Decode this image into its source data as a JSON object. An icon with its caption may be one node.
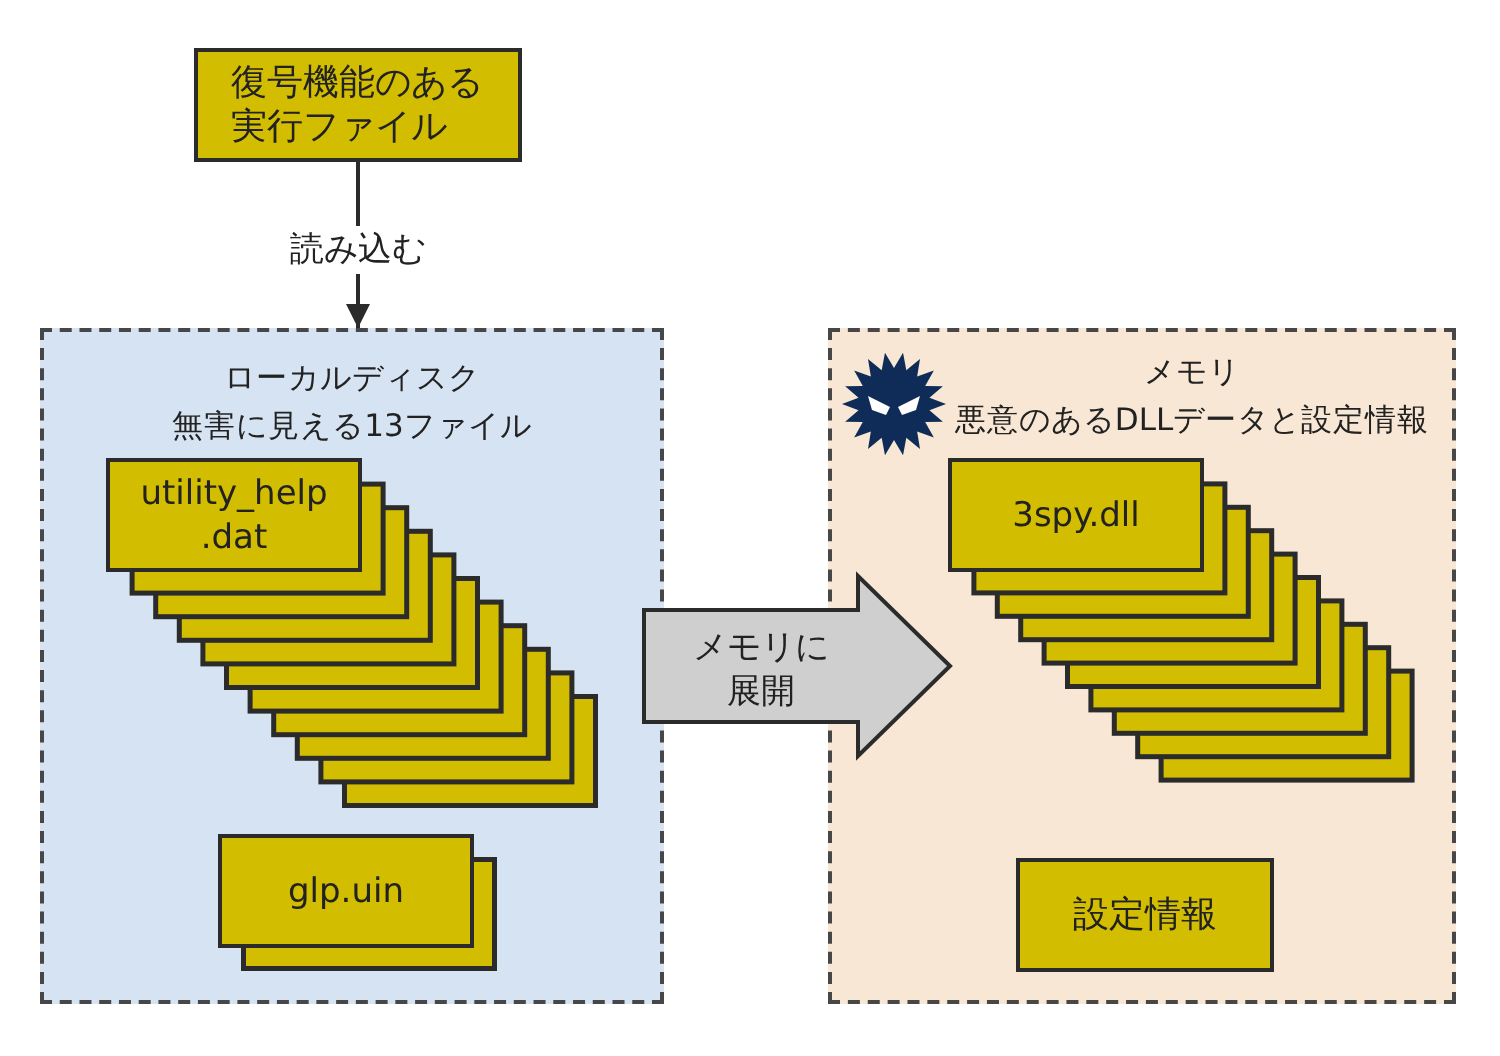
{
  "diagram": {
    "nodes": [
      {
        "text": [
          "復号機能のある実行ファイル"
        ]
      },
      {
        "text": [
          "ローカルディスク",
          "無害に見える13ファイル"
        ]
      },
      {
        "text": [
          "utility_help.dat"
        ],
        "in": 1
      },
      {
        "text": [
          "glp.uin"
        ],
        "in": 1
      },
      {
        "text": [
          "メモリ",
          "悪意のあるDLLデータと設定情報"
        ]
      },
      {
        "text": [
          "3spy.dll"
        ],
        "in": 4
      },
      {
        "text": [
          "設定情報"
        ],
        "in": 4
      }
    ],
    "edges": [
      {
        "from": 0,
        "to": 1,
        "arrow": "to",
        "label": "読み込む"
      },
      {
        "from": 1,
        "to": 4,
        "arrow": "to",
        "label": "メモリに展開",
        "style": "thick",
        "color": "#cfcfcf"
      }
    ]
  }
}
